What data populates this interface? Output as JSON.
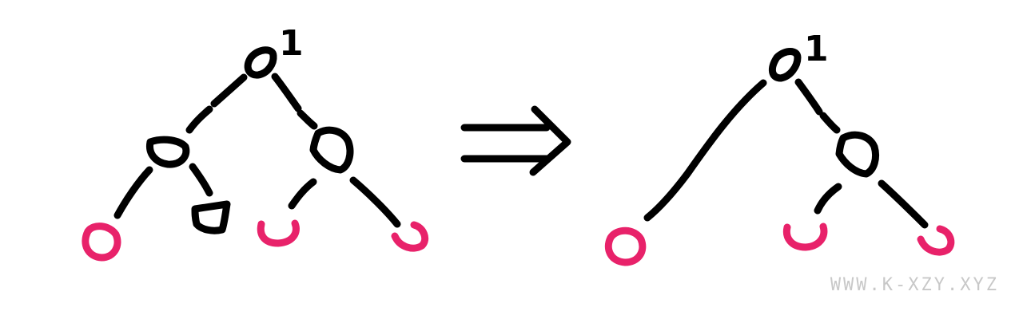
{
  "colors": {
    "ink": "#000000",
    "leaf": "#e8226a",
    "watermark": "#c8c8c8"
  },
  "before_tree": {
    "root_label": "1"
  },
  "after_tree": {
    "root_label": "1"
  },
  "arrow": {
    "icon": "double-arrow-right-icon"
  },
  "watermark": {
    "text": "WWW.K-XZY.XYZ"
  }
}
